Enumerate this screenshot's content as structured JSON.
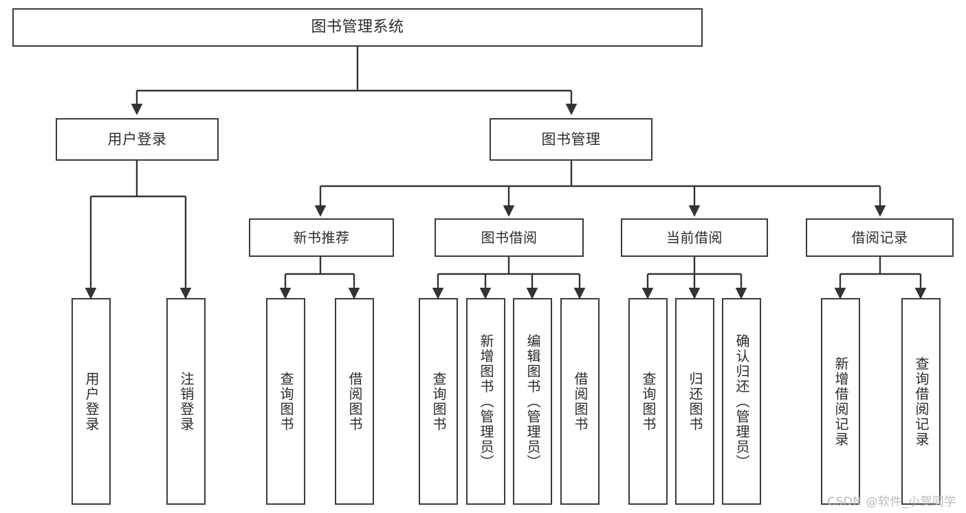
{
  "diagram": {
    "title": "图书管理系统",
    "watermark": "CSDN @软件_小贺同学",
    "colors": {
      "background": "#ffffff",
      "border": "#3a3a3a",
      "text": "#2b2b2b",
      "edge": "#333333",
      "watermark": "#b9b9b9"
    }
  },
  "nodes": {
    "root": {
      "label": "图书管理系统"
    },
    "level1": [
      {
        "label": "用户登录"
      },
      {
        "label": "图书管理"
      }
    ],
    "level2": [
      {
        "label": "新书推荐"
      },
      {
        "label": "图书借阅"
      },
      {
        "label": "当前借阅"
      },
      {
        "label": "借阅记录"
      }
    ],
    "leaves": {
      "user_login": [
        {
          "label": "用户登录"
        },
        {
          "label": "注销登录"
        }
      ],
      "new_book": [
        {
          "label": "查询图书"
        },
        {
          "label": "借阅图书"
        }
      ],
      "borrow": [
        {
          "label": "查询图书"
        },
        {
          "label": "新增图书（管理员）"
        },
        {
          "label": "编辑图书（管理员）"
        },
        {
          "label": "借阅图书"
        }
      ],
      "current": [
        {
          "label": "查询图书"
        },
        {
          "label": "归还图书"
        },
        {
          "label": "确认归还（管理员）"
        }
      ],
      "records": [
        {
          "label": "新增借阅记录"
        },
        {
          "label": "查询借阅记录"
        }
      ]
    }
  }
}
